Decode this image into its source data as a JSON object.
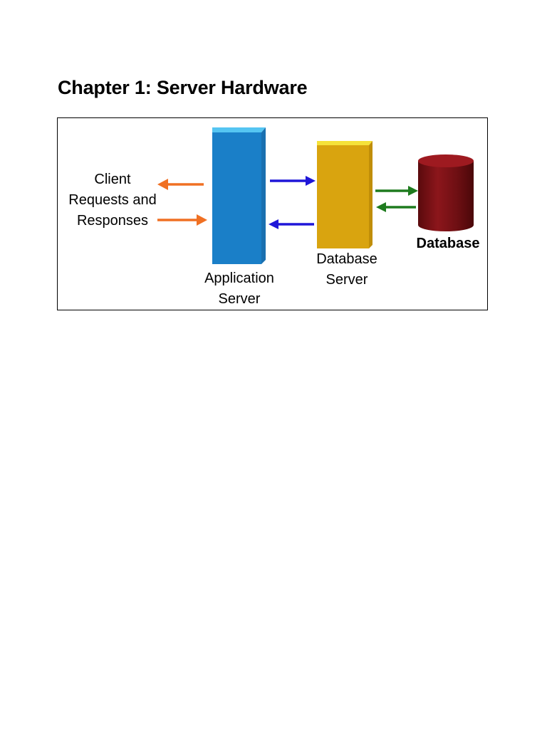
{
  "page": {
    "title": "Chapter 1: Server Hardware"
  },
  "diagram": {
    "nodes": [
      {
        "id": "client",
        "label_lines": [
          "Client",
          "Requests and",
          "Responses"
        ]
      },
      {
        "id": "app_server",
        "label_lines": [
          "Application",
          "Server"
        ],
        "color": "#1a7fc8"
      },
      {
        "id": "db_server",
        "label_lines": [
          "Database",
          "Server"
        ],
        "color": "#d9a40f"
      },
      {
        "id": "database",
        "label_lines": [
          "Database"
        ],
        "color": "#7a1014"
      }
    ],
    "edges": [
      {
        "from": "app_server",
        "to": "client",
        "color": "#f07023"
      },
      {
        "from": "client",
        "to": "app_server",
        "color": "#f07023"
      },
      {
        "from": "app_server",
        "to": "db_server",
        "color": "#1f16d8"
      },
      {
        "from": "db_server",
        "to": "app_server",
        "color": "#1f16d8"
      },
      {
        "from": "db_server",
        "to": "database",
        "color": "#1e7b1e"
      },
      {
        "from": "database",
        "to": "db_server",
        "color": "#1e7b1e"
      }
    ]
  }
}
